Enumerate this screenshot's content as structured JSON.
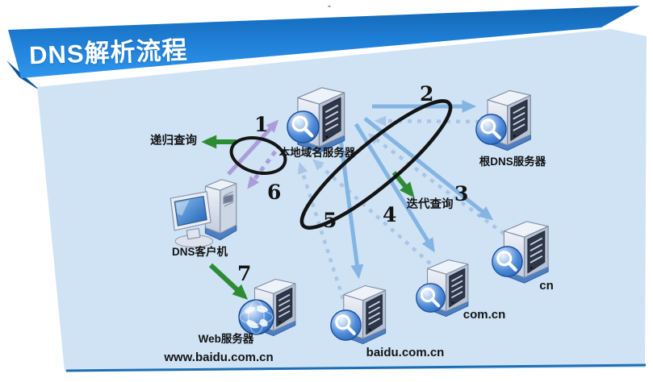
{
  "title": "DNS解析流程",
  "top_mark": "-",
  "labels": {
    "recursive_query": "递归查询",
    "iterative_query": "迭代查询"
  },
  "nodes": {
    "local_dns": {
      "label": "本地域名服务器"
    },
    "root_dns": {
      "label": "根DNS服务器"
    },
    "cn": {
      "label": "cn"
    },
    "com_cn": {
      "label": "com.cn"
    },
    "baidu": {
      "label": "baidu.com.cn"
    },
    "dns_client": {
      "label": "DNS客户机"
    },
    "web_server": {
      "label": "Web服务器",
      "sublabel": "www.baidu.com.cn"
    }
  },
  "steps": [
    "1",
    "2",
    "3",
    "4",
    "5",
    "6",
    "7"
  ],
  "flows": [
    {
      "step": "1",
      "from": "dns_client",
      "to": "local_dns",
      "style": "solid-purple"
    },
    {
      "step": "2",
      "from": "local_dns",
      "to": "root_dns",
      "style": "solid-blue, dashed return"
    },
    {
      "step": "3",
      "from": "local_dns",
      "to": "cn",
      "style": "solid-blue, dashed return"
    },
    {
      "step": "4",
      "from": "local_dns",
      "to": "com_cn",
      "style": "solid-blue, dashed return"
    },
    {
      "step": "5",
      "from": "local_dns",
      "to": "baidu",
      "style": "solid-blue, dashed return"
    },
    {
      "step": "6",
      "from": "local_dns",
      "to": "dns_client",
      "style": "dashed-purple"
    },
    {
      "step": "7",
      "from": "dns_client",
      "to": "web_server",
      "style": "solid-green"
    }
  ],
  "colors": {
    "banner_blue": "#1f7fd6",
    "bg_panel": "#cfe3f5",
    "fold": "#0c5396",
    "arrow_solid": "#84b4e2",
    "arrow_dash": "#a9c6e6",
    "purple": "#ab9dd9",
    "green": "#2d8c33",
    "ink": "#141414",
    "title": "#ffffff",
    "bottom_line": "#1d6fb5"
  }
}
